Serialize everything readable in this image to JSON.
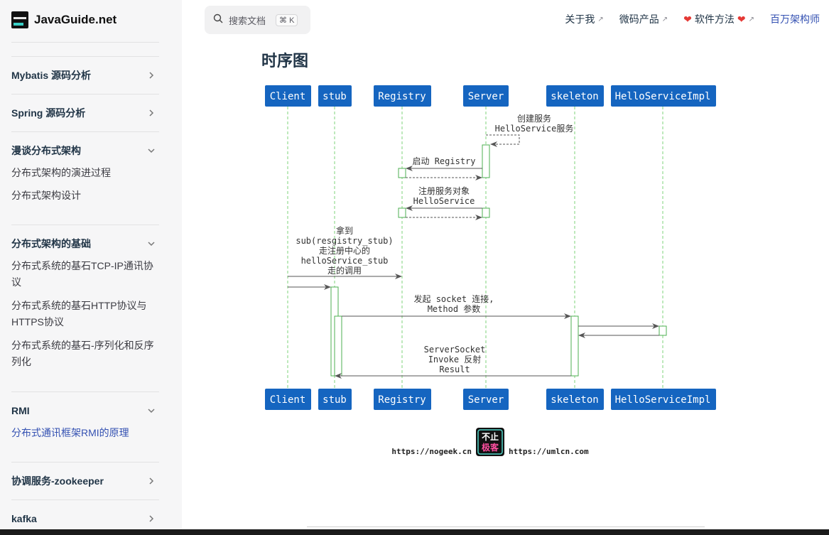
{
  "brand": {
    "name": "JavaGuide.net"
  },
  "sidebar": {
    "sections": [
      {
        "title": "Mybatis 源码分析",
        "expanded": false
      },
      {
        "title": "Spring 源码分析",
        "expanded": false
      },
      {
        "title": "漫谈分布式架构",
        "expanded": true,
        "items": [
          "分布式架构的演进过程",
          "分布式架构设计"
        ]
      },
      {
        "title": "分布式架构的基础",
        "expanded": true,
        "items": [
          "分布式系统的基石TCP-IP通讯协议",
          "分布式系统的基石HTTP协议与HTTPS协议",
          "分布式系统的基石-序列化和反序列化"
        ]
      },
      {
        "title": "RMI",
        "expanded": true,
        "items": [
          "分布式通讯框架RMI的原理"
        ]
      },
      {
        "title": "协调服务-zookeeper",
        "expanded": false
      },
      {
        "title": "kafka",
        "expanded": false
      }
    ],
    "item_lines": {
      "tcp_1": "分布式系统的基石TCP-IP通讯协",
      "tcp_2": "议",
      "http_1": "分布式系统的基石HTTP协议与",
      "http_2": "HTTPS协议",
      "ser_1": "分布式系统的基石-序列化和反序",
      "ser_2": "列化"
    }
  },
  "search": {
    "placeholder": "搜索文档",
    "shortcut": "⌘ K"
  },
  "nav": [
    {
      "label": "关于我",
      "external": true
    },
    {
      "label": "微码产品",
      "external": true
    },
    {
      "label": "软件方法",
      "external": true
    },
    {
      "label": "百万架构师",
      "active": true
    }
  ],
  "content": {
    "title": "时序图",
    "diagram": {
      "participants": [
        "Client",
        "stub",
        "Registry",
        "Server",
        "skeleton",
        "HelloServiceImpl"
      ],
      "messages": {
        "m1_line1": "创建服务",
        "m1_line2": "HelloService服务",
        "m2": "启动 Registry",
        "m3_line1": "注册服务对象",
        "m3_line2": "HelloService",
        "m4_line1": "拿到",
        "m4_line2": "sub(resgistry_stub)",
        "m4_line3": "走注册中心的",
        "m4_line4": "helloService_stub",
        "m4_line5": "走的调用",
        "m5_line1": "发起 socket 连接,",
        "m5_line2": "Method 参数",
        "m6_line1": "ServerSocket",
        "m6_line2": "Invoke 反射",
        "m6_line3": "Result"
      },
      "footer": {
        "left_url": "https://nogeek.cn",
        "logo_top": "不止",
        "logo_bottom": "极客",
        "right_url": "https://umlcn.com"
      }
    }
  },
  "colors": {
    "participant_bg": "#1565c0",
    "lifeline": "#7ed37a",
    "accent": "#3451b2"
  }
}
